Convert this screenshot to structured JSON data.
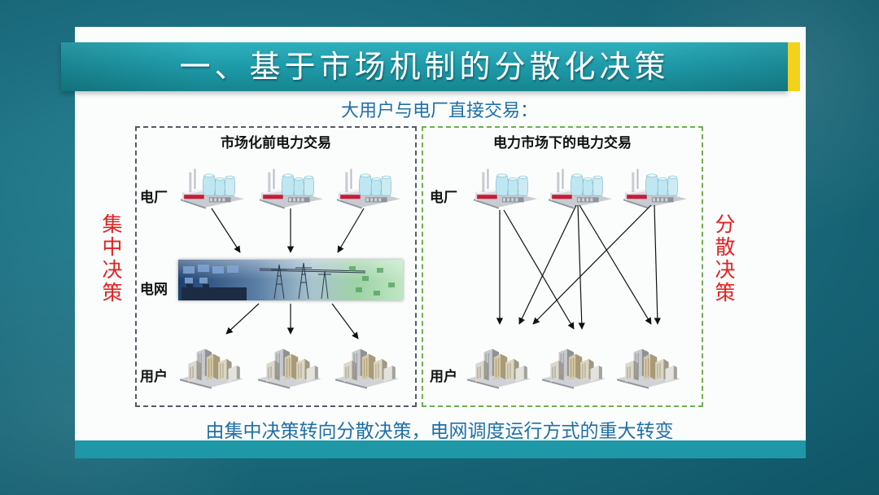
{
  "slide": {
    "title": "一、基于市场机制的分散化决策",
    "subtitle": "大用户与电厂直接交易：",
    "footer": "由集中决策转向分散决策，电网调度运行方式的重大转变"
  },
  "left_panel": {
    "heading": "市场化前电力交易",
    "side_label": "集中决策",
    "rows": {
      "plant": "电厂",
      "grid": "电网",
      "user": "用户"
    }
  },
  "right_panel": {
    "heading": "电力市场下的电力交易",
    "side_label": "分散决策",
    "rows": {
      "plant": "电厂",
      "user": "用户"
    }
  },
  "icons": {
    "plant": "power-plant-icon",
    "grid": "power-grid-image",
    "user": "city-buildings-icon"
  },
  "colors": {
    "accent": "#1e9aa9",
    "title_accent": "#f2d21a",
    "text_blue": "#1f6fa6",
    "side_red": "#e22222",
    "left_border": "#555a66",
    "right_border": "#6db04c"
  }
}
